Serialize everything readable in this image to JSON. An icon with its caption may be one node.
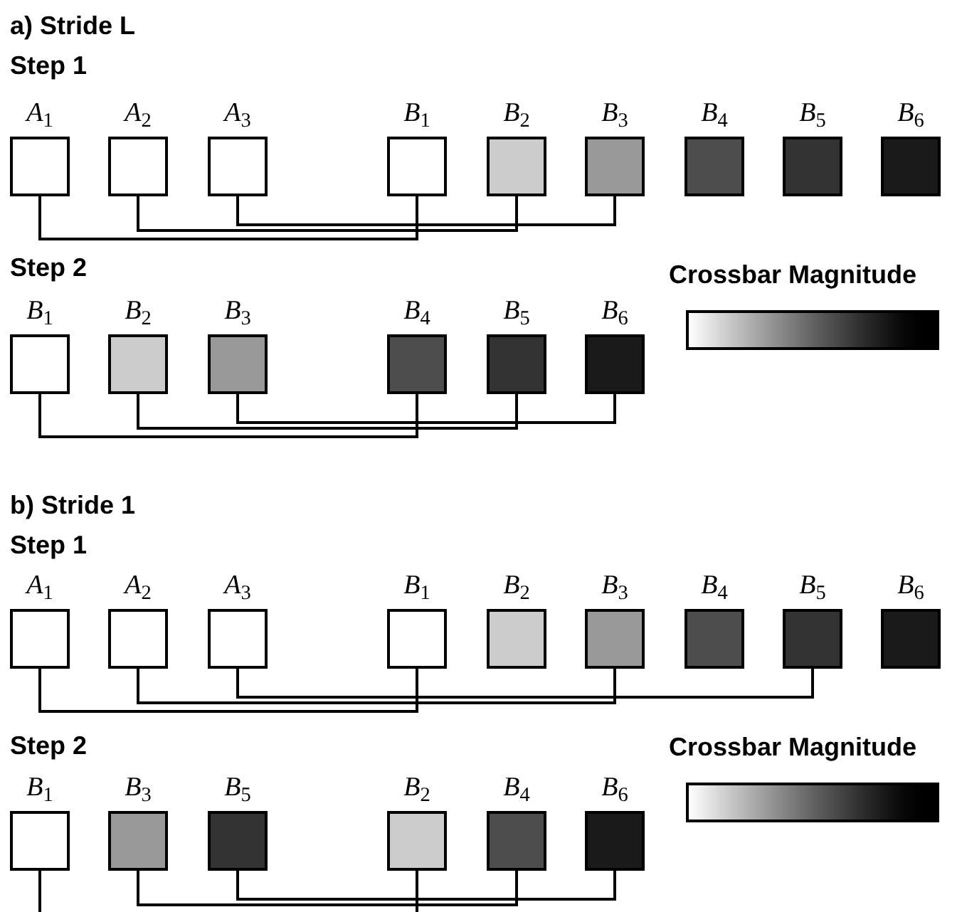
{
  "diagram": {
    "nodes": [
      {
        "text": [
          "A$_{1}$"
        ]
      },
      {
        "text": [
          "A$_{2}$"
        ]
      },
      {
        "text": [
          "A$_{3}$"
        ]
      },
      {
        "text": [
          "B$_{1}$"
        ]
      },
      {
        "text": [
          "B$_{2}$"
        ]
      },
      {
        "text": [
          "B$_{3}$"
        ]
      },
      {
        "text": [
          "B$_{4}$"
        ]
      },
      {
        "text": [
          "B$_{5}$"
        ]
      },
      {
        "text": [
          "B$_{6}$"
        ]
      },
      {
        "text": [
          "B$_{1}$"
        ]
      },
      {
        "text": [
          "B$_{2}$"
        ]
      },
      {
        "text": [
          "B$_{3}$"
        ]
      },
      {
        "text": [
          "B$_{4}$"
        ]
      },
      {
        "text": [
          "B$_{5}$"
        ]
      },
      {
        "text": [
          "B$_{6}$"
        ]
      },
      {
        "text": [
          "A$_{1}$"
        ]
      },
      {
        "text": [
          "A$_{2}$"
        ]
      },
      {
        "text": [
          "A$_{3}$"
        ]
      },
      {
        "text": [
          "B$_{1}$"
        ]
      },
      {
        "text": [
          "B$_{2}$"
        ]
      },
      {
        "text": [
          "B$_{3}$"
        ]
      },
      {
        "text": [
          "B$_{4}$"
        ]
      },
      {
        "text": [
          "B$_{5}$"
        ]
      },
      {
        "text": [
          "B$_{6}$"
        ]
      },
      {
        "text": [
          "B$_{1}$"
        ]
      },
      {
        "text": [
          "B$_{3}$"
        ]
      },
      {
        "text": [
          "B$_{5}$"
        ]
      },
      {
        "text": [
          "B$_{2}$"
        ]
      },
      {
        "text": [
          "B$_{4}$"
        ]
      },
      {
        "text": [
          "B$_{6}$"
        ]
      }
    ],
    "edges": [
      {
        "from": 0,
        "to": 3,
        "arrow": "none"
      },
      {
        "from": 1,
        "to": 4,
        "arrow": "none"
      },
      {
        "from": 2,
        "to": 5,
        "arrow": "none"
      },
      {
        "from": 9,
        "to": 12,
        "arrow": "none"
      },
      {
        "from": 10,
        "to": 13,
        "arrow": "none"
      },
      {
        "from": 11,
        "to": 14,
        "arrow": "none"
      },
      {
        "from": 15,
        "to": 18,
        "arrow": "none"
      },
      {
        "from": 16,
        "to": 20,
        "arrow": "none"
      },
      {
        "from": 17,
        "to": 22,
        "arrow": "none"
      },
      {
        "from": 24,
        "to": 27,
        "arrow": "none"
      },
      {
        "from": 25,
        "to": 28,
        "arrow": "none"
      },
      {
        "from": 26,
        "to": 29,
        "arrow": "none"
      }
    ],
    "labels": [
      "a) Stride L",
      "Step 1",
      "Step 2",
      "Crossbar Magnitude",
      "b) Stride 1",
      "Step 1",
      "Step 2",
      "Crossbar Magnitude"
    ]
  }
}
